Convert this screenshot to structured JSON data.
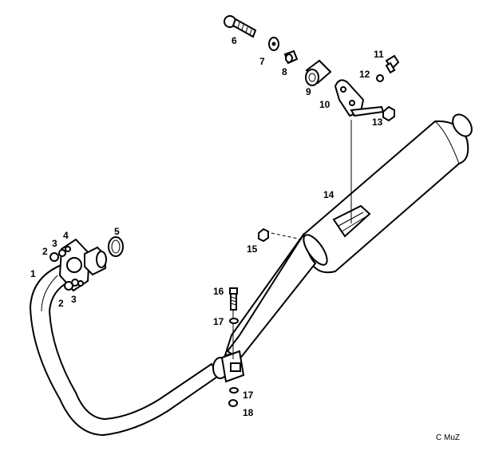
{
  "diagram": {
    "parts": {
      "p1": "1",
      "p2a": "2",
      "p2b": "2",
      "p3a": "3",
      "p3b": "3",
      "p4": "4",
      "p5": "5",
      "p6": "6",
      "p7": "7",
      "p8": "8",
      "p9": "9",
      "p10": "10",
      "p11": "11",
      "p12": "12",
      "p13": "13",
      "p14": "14",
      "p15": "15",
      "p16": "16",
      "p17a": "17",
      "p17b": "17",
      "p18": "18"
    },
    "copyright": "C MuZ"
  }
}
